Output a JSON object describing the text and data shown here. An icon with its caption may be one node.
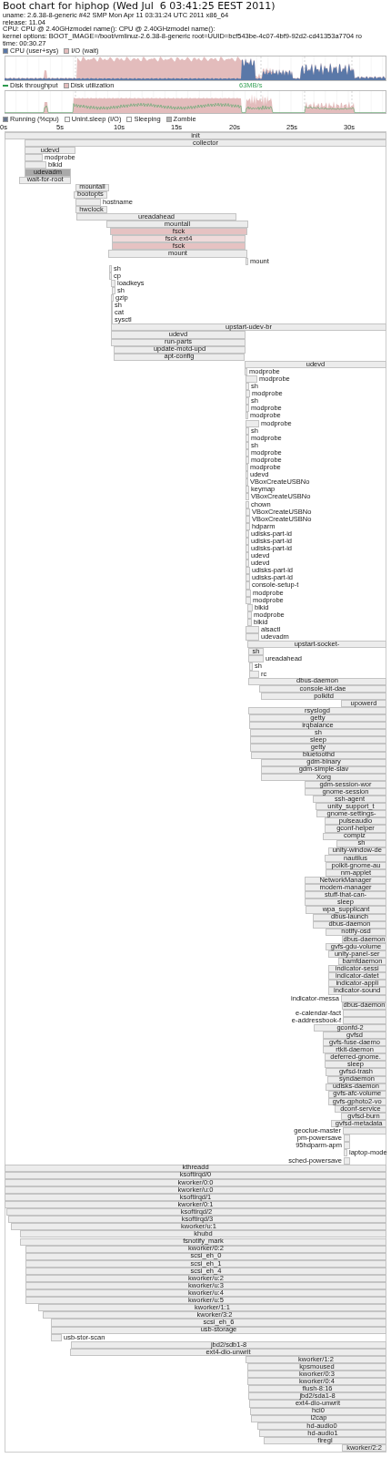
{
  "diagram": {
    "title": "Boot chart for hiphop (Wed Jul  6 03:41:25 EEST 2011)",
    "nodes": [
      {
        "text": [
          "init"
        ]
      },
      {
        "text": [
          "collector"
        ]
      },
      {
        "text": [
          "udevd"
        ]
      },
      {
        "text": [],
        "shape": "bar",
        "beside": [
          "modprobe"
        ]
      },
      {
        "text": [],
        "shape": "bar",
        "beside": [
          "blkid"
        ]
      },
      {
        "text": [
          "udevadm"
        ]
      },
      {
        "text": [
          "wait-for-root"
        ]
      },
      {
        "text": [
          "mountall"
        ]
      },
      {
        "text": [
          "bootopts"
        ]
      },
      {
        "text": [],
        "shape": "bar",
        "beside": [
          "hostname"
        ]
      },
      {
        "text": [
          "hwclock"
        ]
      },
      {
        "text": [
          "ureadahead"
        ]
      },
      {
        "text": [
          "mountall"
        ]
      },
      {
        "text": [
          "fsck"
        ]
      },
      {
        "text": [
          "fsck.ext4"
        ]
      },
      {
        "text": [
          "fsck"
        ]
      },
      {
        "text": [
          "mount"
        ]
      },
      {
        "text": [],
        "shape": "bar",
        "beside": [
          "mount"
        ]
      },
      {
        "text": [],
        "shape": "bar",
        "beside": [
          "sh"
        ]
      },
      {
        "text": [],
        "shape": "bar",
        "beside": [
          "cp"
        ]
      },
      {
        "text": [],
        "shape": "bar",
        "beside": [
          "loadkeys"
        ]
      },
      {
        "text": [],
        "shape": "bar",
        "beside": [
          "sh"
        ]
      },
      {
        "text": [],
        "shape": "bar",
        "beside": [
          "gzip"
        ]
      },
      {
        "text": [],
        "shape": "bar",
        "beside": [
          "sh"
        ]
      },
      {
        "text": [],
        "shape": "bar",
        "beside": [
          "cat"
        ]
      },
      {
        "text": [],
        "shape": "bar",
        "beside": [
          "sysctl"
        ]
      },
      {
        "text": [
          "upstart-udev-br"
        ]
      },
      {
        "text": [
          "udevd"
        ]
      },
      {
        "text": [
          "run-parts"
        ]
      },
      {
        "text": [
          "update-motd-upd"
        ]
      },
      {
        "text": [
          "apt-config"
        ]
      },
      {
        "text": [
          "udevd"
        ]
      },
      {
        "text": [],
        "shape": "bar",
        "beside": [
          "modprobe"
        ]
      },
      {
        "text": [],
        "shape": "bar",
        "beside": [
          "modprobe"
        ]
      },
      {
        "text": [],
        "shape": "bar",
        "beside": [
          "sh"
        ]
      },
      {
        "text": [],
        "shape": "bar",
        "beside": [
          "modprobe"
        ]
      },
      {
        "text": [],
        "shape": "bar",
        "beside": [
          "sh"
        ]
      },
      {
        "text": [],
        "shape": "bar",
        "beside": [
          "modprobe"
        ]
      },
      {
        "text": [],
        "shape": "bar",
        "beside": [
          "modprobe"
        ]
      },
      {
        "text": [],
        "shape": "bar",
        "beside": [
          "modprobe"
        ]
      },
      {
        "text": [],
        "shape": "bar",
        "beside": [
          "sh"
        ]
      },
      {
        "text": [],
        "shape": "bar",
        "beside": [
          "modprobe"
        ]
      },
      {
        "text": [],
        "shape": "bar",
        "beside": [
          "sh"
        ]
      },
      {
        "text": [],
        "shape": "bar",
        "beside": [
          "modprobe"
        ]
      },
      {
        "text": [],
        "shape": "bar",
        "beside": [
          "modprobe"
        ]
      },
      {
        "text": [],
        "shape": "bar",
        "beside": [
          "modprobe"
        ]
      },
      {
        "text": [],
        "shape": "bar",
        "beside": [
          "udevd"
        ]
      },
      {
        "text": [],
        "shape": "bar",
        "beside": [
          "VBoxCreateUSBNo"
        ]
      },
      {
        "text": [],
        "shape": "bar",
        "beside": [
          "keymap"
        ]
      },
      {
        "text": [],
        "shape": "bar",
        "beside": [
          "VBoxCreateUSBNo"
        ]
      },
      {
        "text": [],
        "shape": "bar",
        "beside": [
          "chown"
        ]
      },
      {
        "text": [],
        "shape": "bar",
        "beside": [
          "VBoxCreateUSBNo"
        ]
      },
      {
        "text": [],
        "shape": "bar",
        "beside": [
          "VBoxCreateUSBNo"
        ]
      },
      {
        "text": [],
        "shape": "bar",
        "beside": [
          "hdparm"
        ]
      },
      {
        "text": [],
        "shape": "bar",
        "beside": [
          "udisks-part-id"
        ]
      },
      {
        "text": [],
        "shape": "bar",
        "beside": [
          "udisks-part-id"
        ]
      },
      {
        "text": [],
        "shape": "bar",
        "beside": [
          "udisks-part-id"
        ]
      },
      {
        "text": [],
        "shape": "bar",
        "beside": [
          "udevd"
        ]
      },
      {
        "text": [],
        "shape": "bar",
        "beside": [
          "udevd"
        ]
      },
      {
        "text": [],
        "shape": "bar",
        "beside": [
          "udisks-part-id"
        ]
      },
      {
        "text": [],
        "shape": "bar",
        "beside": [
          "udisks-part-id"
        ]
      },
      {
        "text": [],
        "shape": "bar",
        "beside": [
          "console-setup-t"
        ]
      },
      {
        "text": [],
        "shape": "bar",
        "beside": [
          "modprobe"
        ]
      },
      {
        "text": [],
        "shape": "bar",
        "beside": [
          "modprobe"
        ]
      },
      {
        "text": [],
        "shape": "bar",
        "beside": [
          "blkid"
        ]
      },
      {
        "text": [],
        "shape": "bar",
        "beside": [
          "modprobe"
        ]
      },
      {
        "text": [],
        "shape": "bar",
        "beside": [
          "blkid"
        ]
      },
      {
        "text": [],
        "shape": "bar",
        "beside": [
          "alsactl"
        ]
      },
      {
        "text": [],
        "shape": "bar",
        "beside": [
          "udevadm"
        ]
      },
      {
        "text": [
          "upstart-socket-"
        ]
      },
      {
        "text": [
          "sh"
        ]
      },
      {
        "text": [],
        "shape": "bar",
        "beside": [
          "ureadahead"
        ]
      },
      {
        "text": [],
        "shape": "bar",
        "beside": [
          "sh"
        ]
      },
      {
        "text": [],
        "shape": "bar",
        "beside": [
          "rc"
        ]
      },
      {
        "text": [
          "dbus-daemon"
        ]
      },
      {
        "text": [
          "console-kit-dae"
        ]
      },
      {
        "text": [
          "polkitd"
        ]
      },
      {
        "text": [
          "upowerd"
        ]
      },
      {
        "text": [
          "rsyslogd"
        ]
      },
      {
        "text": [
          "getty"
        ]
      },
      {
        "text": [
          "irqbalance"
        ]
      },
      {
        "text": [
          "sh"
        ]
      },
      {
        "text": [
          "sleep"
        ]
      },
      {
        "text": [
          "getty"
        ]
      },
      {
        "text": [
          "bluetoothd"
        ]
      },
      {
        "text": [
          "gdm-binary"
        ]
      },
      {
        "text": [
          "gdm-simple-slav"
        ]
      },
      {
        "text": [
          "Xorg"
        ]
      },
      {
        "text": [
          "gdm-session-wor"
        ]
      },
      {
        "text": [
          "gnome-session"
        ]
      },
      {
        "text": [
          "ssh-agent"
        ]
      },
      {
        "text": [
          "unity_support_t"
        ]
      },
      {
        "text": [
          "gnome-settings-"
        ]
      },
      {
        "text": [
          "pulseaudio"
        ]
      },
      {
        "text": [
          "gconf-helper"
        ]
      },
      {
        "text": [
          "compiz"
        ]
      },
      {
        "text": [
          "sh"
        ]
      },
      {
        "text": [
          "unity-window-de"
        ]
      },
      {
        "text": [
          "nautilus"
        ]
      },
      {
        "text": [
          "polkit-gnome-au"
        ]
      },
      {
        "text": [
          "nm-applet"
        ]
      },
      {
        "text": [
          "NetworkManager"
        ]
      },
      {
        "text": [
          "modem-manager"
        ]
      },
      {
        "text": [
          "stuff-that-can-"
        ]
      },
      {
        "text": [
          "sleep"
        ]
      },
      {
        "text": [
          "wpa_supplicant"
        ]
      },
      {
        "text": [
          "dbus-launch"
        ]
      },
      {
        "text": [
          "dbus-daemon"
        ]
      },
      {
        "text": [
          "notify-osd"
        ]
      },
      {
        "text": [
          "dbus-daemon"
        ]
      },
      {
        "text": [
          "gvfs-gdu-volume"
        ]
      },
      {
        "text": [
          "unity-panel-ser"
        ]
      },
      {
        "text": [
          "bamfdaemon"
        ]
      },
      {
        "text": [
          "indicator-sessi"
        ]
      },
      {
        "text": [
          "indicator-datet"
        ]
      },
      {
        "text": [
          "indicator-appli"
        ]
      },
      {
        "text": [
          "indicator-sound"
        ]
      },
      {
        "text": [],
        "shape": "bar",
        "beside": [
          "indicator-messa"
        ]
      },
      {
        "text": [
          "dbus-daemon"
        ]
      },
      {
        "text": [],
        "shape": "bar",
        "beside": [
          "e-calendar-fact"
        ]
      },
      {
        "text": [],
        "shape": "bar",
        "beside": [
          "e-addressbook-f"
        ]
      },
      {
        "text": [
          "gconfd-2"
        ]
      },
      {
        "text": [
          "gvfsd"
        ]
      },
      {
        "text": [
          "gvfs-fuse-daemo"
        ]
      },
      {
        "text": [
          "rtkit-daemon"
        ]
      },
      {
        "text": [
          "deferred-gnome."
        ]
      },
      {
        "text": [
          "sleep"
        ]
      },
      {
        "text": [
          "gvfsd-trash"
        ]
      },
      {
        "text": [
          "syndaemon"
        ]
      },
      {
        "text": [
          "udisks-daemon"
        ]
      },
      {
        "text": [
          "gvfs-afc-volume"
        ]
      },
      {
        "text": [
          "gvfs-gphoto2-vo"
        ]
      },
      {
        "text": [
          "dconf-service"
        ]
      },
      {
        "text": [
          "gvfsd-burn"
        ]
      },
      {
        "text": [
          "gvfsd-metadata"
        ]
      },
      {
        "text": [],
        "shape": "bar",
        "beside": [
          "geoclue-master"
        ]
      },
      {
        "text": [],
        "shape": "bar",
        "beside": [
          "pm-powersave"
        ]
      },
      {
        "text": [],
        "shape": "bar",
        "beside": [
          "95hdparm-apm"
        ]
      },
      {
        "text": [],
        "shape": "bar",
        "beside": [
          "laptop-mode"
        ]
      },
      {
        "text": [],
        "shape": "bar",
        "beside": [
          "sched-powersave"
        ]
      },
      {
        "text": [
          "kthreadd"
        ]
      },
      {
        "text": [
          "ksoftirqd/0"
        ]
      },
      {
        "text": [
          "kworker/0:0"
        ]
      },
      {
        "text": [
          "kworker/u:0"
        ]
      },
      {
        "text": [
          "ksoftirqd/1"
        ]
      },
      {
        "text": [
          "kworker/0:1"
        ]
      },
      {
        "text": [
          "ksoftirqd/2"
        ]
      },
      {
        "text": [
          "ksoftirqd/3"
        ]
      },
      {
        "text": [
          "kworker/u:1"
        ]
      },
      {
        "text": [
          "khubd"
        ]
      },
      {
        "text": [
          "fsnotify_mark"
        ]
      },
      {
        "text": [
          "kworker/0:2"
        ]
      },
      {
        "text": [
          "scsi_eh_0"
        ]
      },
      {
        "text": [
          "scsi_eh_1"
        ]
      },
      {
        "text": [
          "scsi_eh_4"
        ]
      },
      {
        "text": [
          "kworker/u:2"
        ]
      },
      {
        "text": [
          "kworker/u:3"
        ]
      },
      {
        "text": [
          "kworker/u:4"
        ]
      },
      {
        "text": [
          "kworker/u:5"
        ]
      },
      {
        "text": [
          "kworker/1:1"
        ]
      },
      {
        "text": [
          "kworker/3:2"
        ]
      },
      {
        "text": [
          "scsi_eh_6"
        ]
      },
      {
        "text": [
          "usb-storage"
        ]
      },
      {
        "text": [],
        "shape": "bar",
        "beside": [
          "usb-stor-scan"
        ]
      },
      {
        "text": [
          "jbd2/sdb1-8"
        ]
      },
      {
        "text": [
          "ext4-dio-unwrit"
        ]
      },
      {
        "text": [
          "kworker/1:2"
        ]
      },
      {
        "text": [
          "kpsmoused"
        ]
      },
      {
        "text": [
          "kworker/0:3"
        ]
      },
      {
        "text": [
          "kworker/0:4"
        ]
      },
      {
        "text": [
          "flush-8:16"
        ]
      },
      {
        "text": [
          "jbd2/sda1-8"
        ]
      },
      {
        "text": [
          "ext4-dio-unwrit"
        ]
      },
      {
        "text": [
          "hci0"
        ]
      },
      {
        "text": [
          "l2cap"
        ]
      },
      {
        "text": [
          "hd-audio0"
        ]
      },
      {
        "text": [
          "hd-audio1"
        ]
      },
      {
        "text": [
          "firegl"
        ]
      },
      {
        "text": [
          "kworker/2:2"
        ]
      }
    ],
    "labels": [
      "uname: 2.6.38-8-generic #42 SMP Mon Apr 11 03:31:24 UTC 2011 x86_64",
      "release: 11.04",
      "CPU: CPU @ 2.40GHzmodel name(): CPU @ 2.40GHzmodel name():",
      "kernel options: BOOT_IMAGE=/boot/vmlinuz-2.6.38-8-generic root=UUID=bcf543be-4c07-4bf9-92d2-cd41353a7704 ro",
      "time: 00:30.27",
      "63MB/s",
      "0s",
      "5s",
      "10s",
      "15s",
      "20s",
      "25s",
      "30s"
    ],
    "legend": [
      {
        "text": "CPU (user+sys)",
        "color": "#5a78a8"
      },
      {
        "text": "I/O (wait)",
        "color": "#e3bcbc"
      },
      {
        "text": "Disk throughput"
      },
      {
        "text": "Disk utilization",
        "color": "#e3bcbc"
      },
      {
        "text": "Running (%cpu)",
        "color": "#6a7890"
      },
      {
        "text": "Unint.sleep (I/O)",
        "color": "#f4f4f4"
      },
      {
        "text": "Sleeping",
        "color": "#fafafa"
      },
      {
        "text": "Zombie",
        "color": "#b4b4b4"
      }
    ]
  }
}
